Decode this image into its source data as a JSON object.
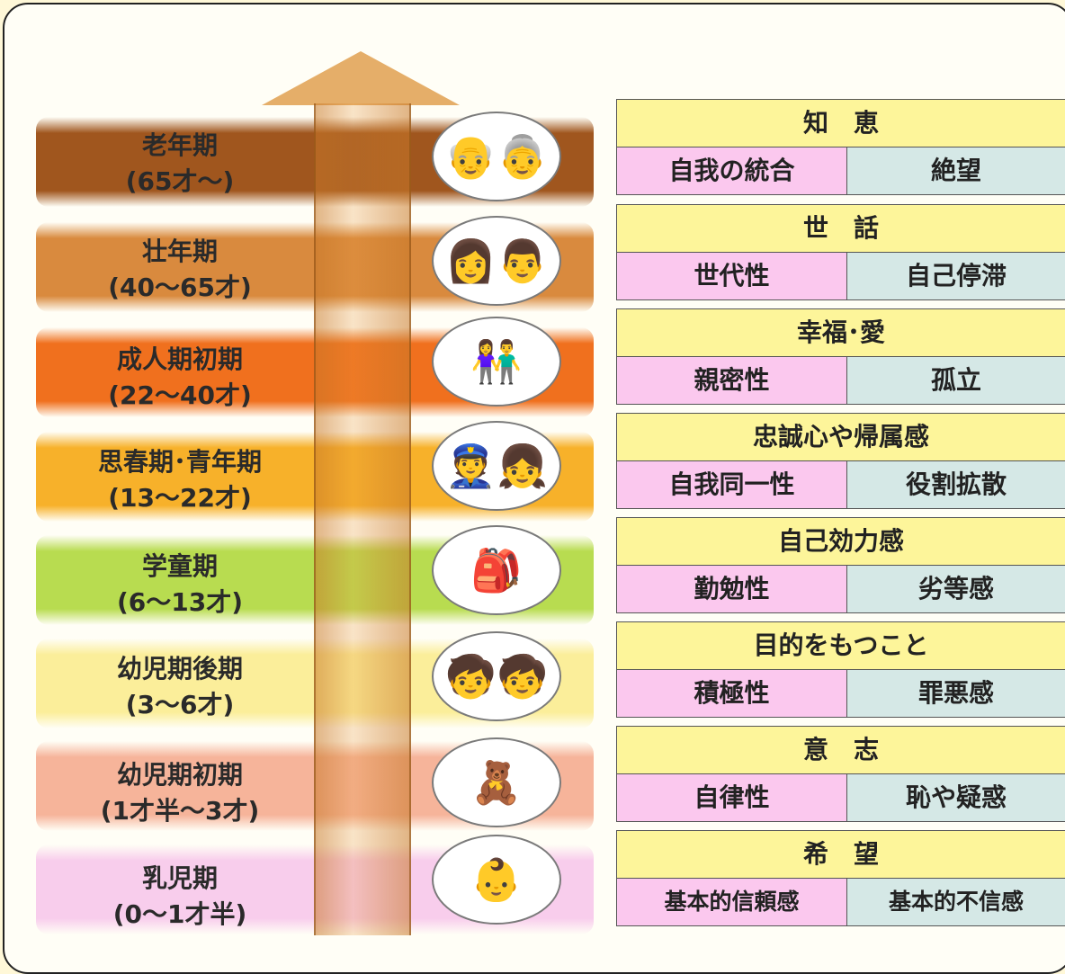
{
  "stages": [
    {
      "name": "老年期",
      "age": "(65才〜)",
      "band_color": "#a0561e",
      "icon": "elderly-couple-icon",
      "icon_glyph": "👴👵",
      "virtue": "知　恵",
      "positive": "自我の統合",
      "negative": "絶望"
    },
    {
      "name": "壮年期",
      "age": "(40〜65才)",
      "band_color": "#d98a3e",
      "icon": "middle-aged-couple-icon",
      "icon_glyph": "👩👨",
      "virtue": "世　話",
      "positive": "世代性",
      "negative": "自己停滞"
    },
    {
      "name": "成人期初期",
      "age": "(22〜40才)",
      "band_color": "#f0701e",
      "icon": "young-adult-couple-icon",
      "icon_glyph": "👫",
      "virtue": "幸福･愛",
      "positive": "親密性",
      "negative": "孤立"
    },
    {
      "name": "思春期･青年期",
      "age": "(13〜22才)",
      "band_color": "#f7b12a",
      "icon": "students-icon",
      "icon_glyph": "👮👧",
      "virtue": "忠誠心や帰属感",
      "positive": "自我同一性",
      "negative": "役割拡散"
    },
    {
      "name": "学童期",
      "age": "(6〜13才)",
      "band_color": "#b8dc50",
      "icon": "schoolchildren-icon",
      "icon_glyph": "🎒",
      "virtue": "自己効力感",
      "positive": "勤勉性",
      "negative": "劣等感"
    },
    {
      "name": "幼児期後期",
      "age": "(3〜6才)",
      "band_color": "#fbee9a",
      "icon": "kindergarten-kids-icon",
      "icon_glyph": "🧒🧒",
      "virtue": "目的をもつこと",
      "positive": "積極性",
      "negative": "罪悪感"
    },
    {
      "name": "幼児期初期",
      "age": "(1才半〜3才)",
      "band_color": "#f6b49a",
      "icon": "toddler-playing-icon",
      "icon_glyph": "🧸",
      "virtue": "意　志",
      "positive": "自律性",
      "negative": "恥や疑惑"
    },
    {
      "name": "乳児期",
      "age": "(0〜1才半)",
      "band_color": "#f8cdec",
      "icon": "baby-icon",
      "icon_glyph": "👶",
      "virtue": "希　望",
      "positive": "基本的信頼感",
      "negative": "基本的不信感"
    }
  ],
  "colors": {
    "virtue_bg": "#fdf59a",
    "positive_bg": "#fbc8ee",
    "negative_bg": "#d5e8e6",
    "arrow": "#e0a050"
  }
}
